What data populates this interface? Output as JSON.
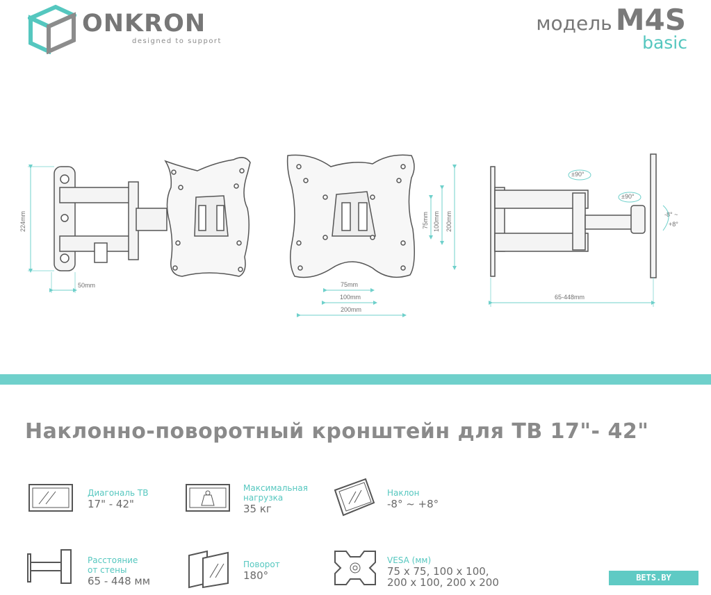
{
  "brand": {
    "name": "ONKRON",
    "tagline": "designed to support"
  },
  "model": {
    "word": "модель",
    "code": "M4S",
    "variant": "basic"
  },
  "dimensions": {
    "height_mm": "224mm",
    "wall_offset": "50mm",
    "vesa_75_v": "75mm",
    "vesa_100_v": "100mm",
    "vesa_200_v": "200mm",
    "vesa_75_h": "75mm",
    "vesa_100_h": "100mm",
    "vesa_200_h": "200mm",
    "reach": "65-448mm",
    "swivel_a": "±90°",
    "swivel_b": "±90°",
    "tilt_a": "-8° ~",
    "tilt_b": "+8°"
  },
  "headline": "Наклонно-поворотный кронштейн для ТВ 17\"- 42\"",
  "specs": [
    {
      "label": "Диагональ ТВ",
      "value": "17\" - 42\"",
      "icon": "tv-diagonal-icon"
    },
    {
      "label": "Максимальная\nнагрузка",
      "value": "35 кг",
      "icon": "weight-icon"
    },
    {
      "label": "Наклон",
      "value": "-8° ~ +8°",
      "icon": "tilt-icon"
    },
    {
      "label": "Расстояние\nот стены",
      "value": "65 - 448 мм",
      "icon": "wall-distance-icon"
    },
    {
      "label": "Поворот",
      "value": "180°",
      "icon": "swivel-icon"
    },
    {
      "label": "VESA (мм)",
      "value": "75 x 75, 100 x 100,\n200 x 100, 200 x 200",
      "icon": "vesa-icon"
    }
  ],
  "watermark": "BETS.BY",
  "colors": {
    "accent": "#55c7bf",
    "band": "#6fd0cb",
    "text": "#6f6f6f"
  }
}
